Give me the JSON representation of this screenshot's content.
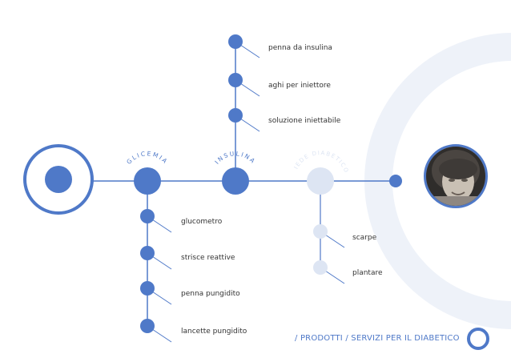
{
  "hub_labels": {
    "glicemia": "GLICEMIA",
    "insulina": "INSULINA",
    "piede": "PIEDE DIABETICO"
  },
  "insulina_items": [
    "penna da insulina",
    "aghi per iniettore",
    "soluzione iniettabile"
  ],
  "glicemia_items": [
    "glucometro",
    "strisce reattive",
    "penna pungidito",
    "lancette pungidito"
  ],
  "piede_items": [
    "scarpe",
    "plantare"
  ],
  "footer": "/ PRODOTTI / SERVIZI PER IL DIABETICO",
  "colors": {
    "primary": "#4f79c8",
    "light": "#dde5f3",
    "ring": "#eef2f9"
  }
}
